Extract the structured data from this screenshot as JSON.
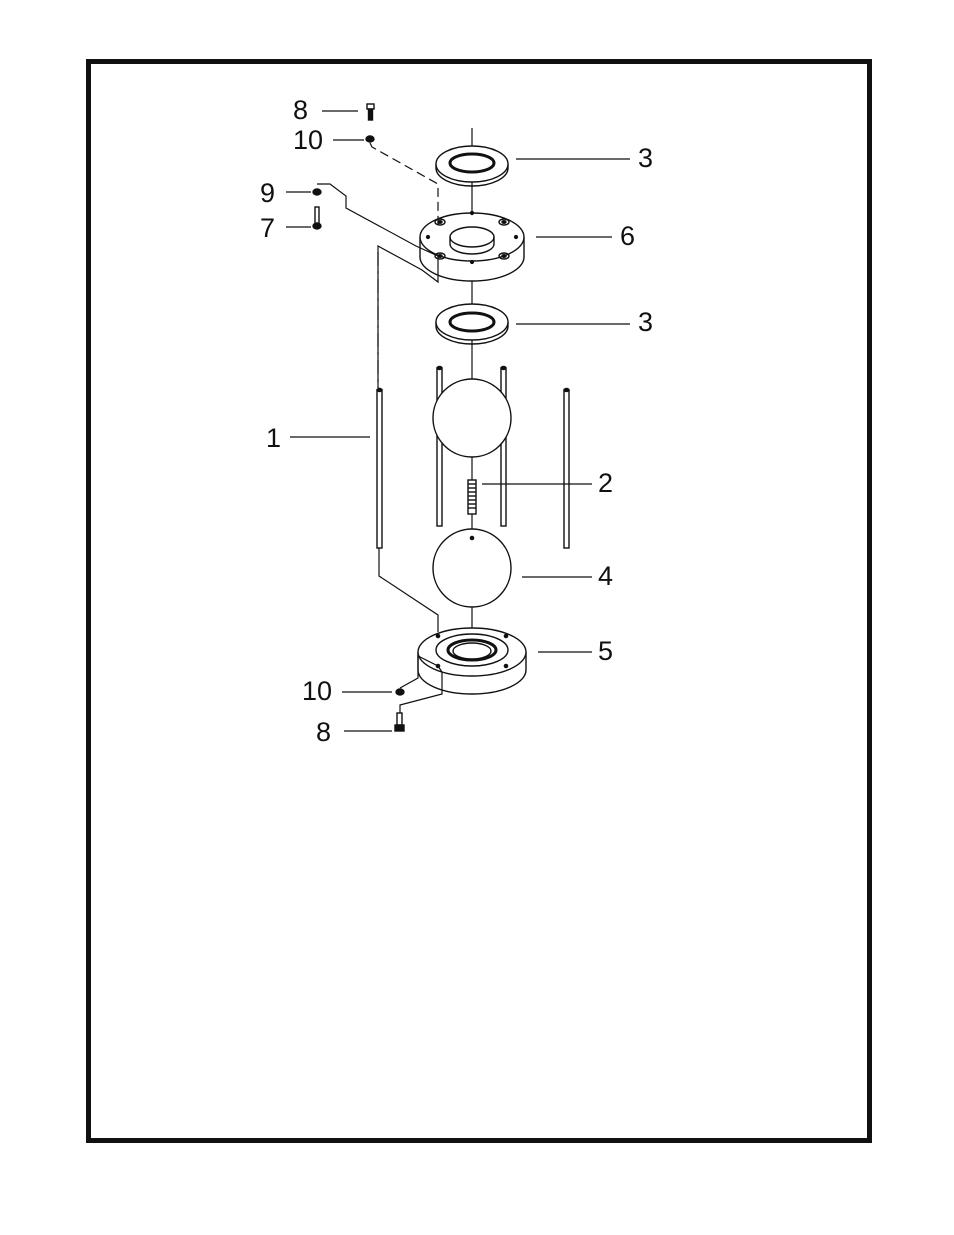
{
  "callouts": {
    "top_bolt_8": "8",
    "top_washer_10": "10",
    "washer_9": "9",
    "bolt_7": "7",
    "rod_1": "1",
    "spring_2": "2",
    "upper_bearing_3": "3",
    "lower_bearing_3": "3",
    "ball_4": "4",
    "lower_plate_5": "5",
    "upper_plate_6": "6",
    "bottom_washer_10": "10",
    "bottom_bolt_8": "8"
  },
  "colors": {
    "ink": "#111111",
    "paper": "#ffffff",
    "frame": "#111111"
  }
}
